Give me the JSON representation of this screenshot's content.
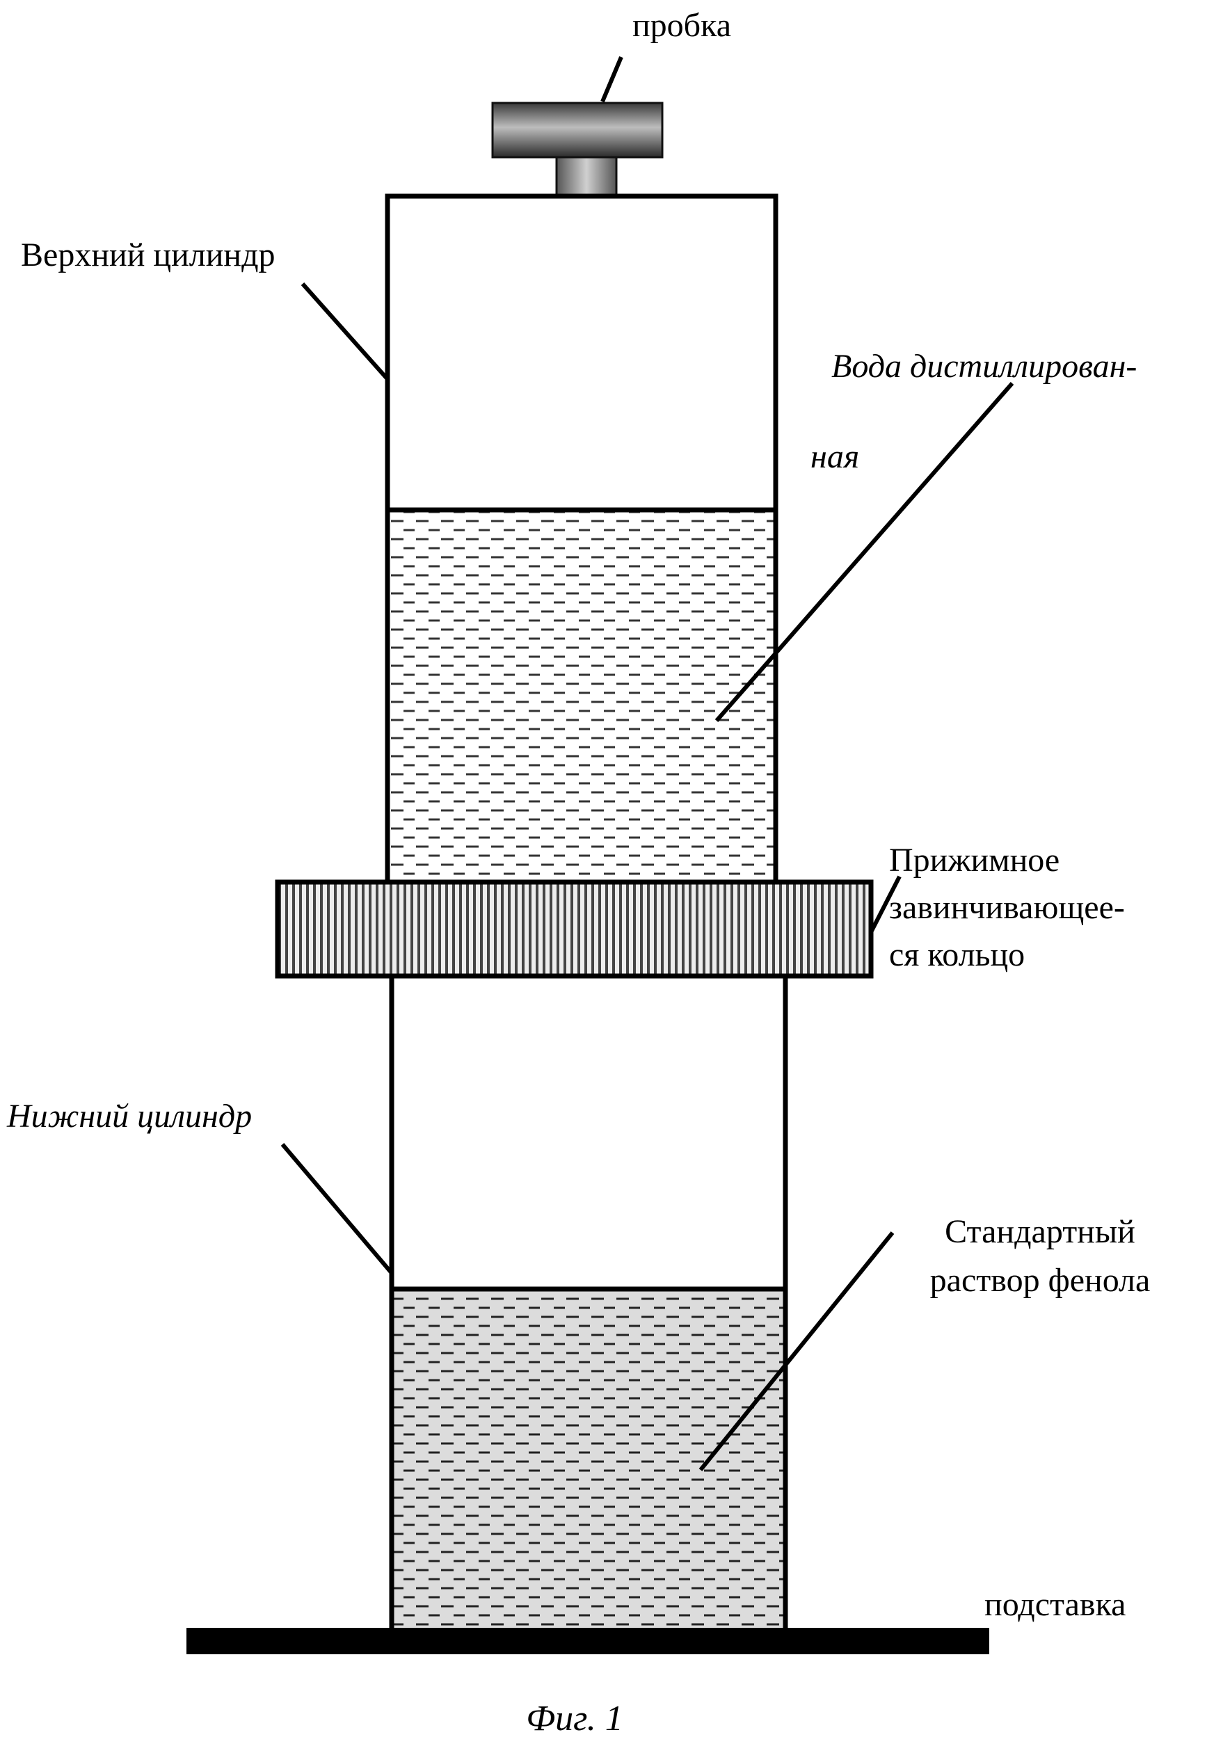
{
  "labels": {
    "stopper": "пробка",
    "upper_cylinder": "Верхний цилиндр",
    "water_line1": "Вода дистиллирован-",
    "water_line2": "ная",
    "ring_line1": "Прижимное",
    "ring_line2": "завинчивающее-",
    "ring_line3": "ся кольцо",
    "lower_cylinder": "Нижний цилиндр",
    "phenol_line1": "Стандартный",
    "phenol_line2": "раствор фенола",
    "stand": "подставка"
  },
  "caption": "Фиг. 1"
}
